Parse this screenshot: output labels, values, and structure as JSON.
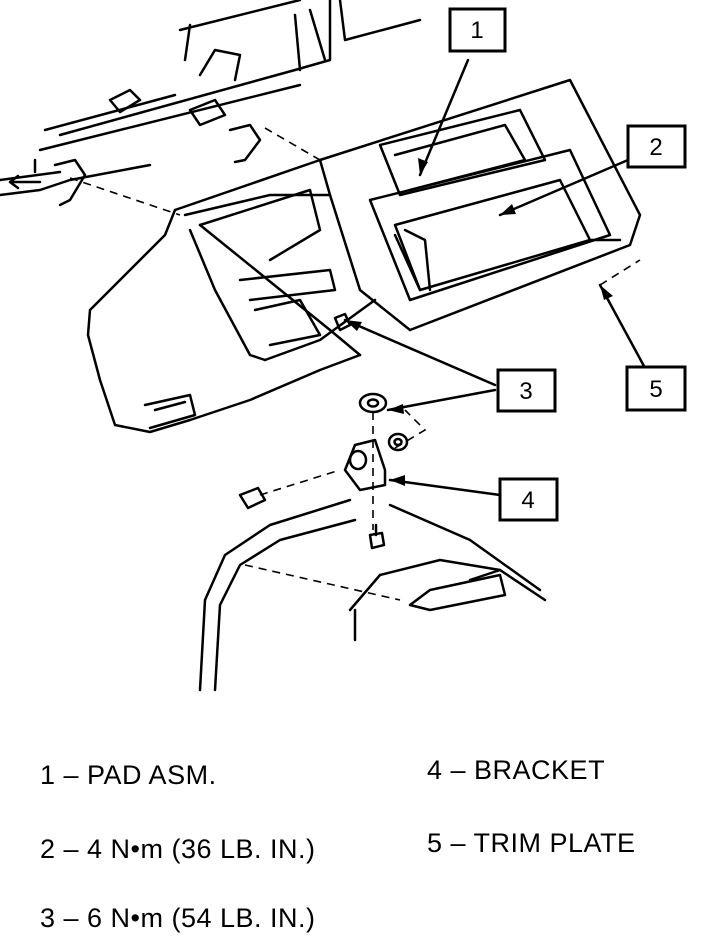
{
  "callouts": [
    {
      "id": "1",
      "label": "1"
    },
    {
      "id": "2",
      "label": "2"
    },
    {
      "id": "3",
      "label": "3"
    },
    {
      "id": "4",
      "label": "4"
    },
    {
      "id": "5",
      "label": "5"
    }
  ],
  "legend": [
    {
      "text": "1 – PAD ASM."
    },
    {
      "text": "4 – BRACKET"
    },
    {
      "text": "2 – 4 N•m (36 LB. IN.)"
    },
    {
      "text": "5 – TRIM PLATE"
    },
    {
      "text": "3 – 6 N•m (54 LB. IN.)"
    }
  ]
}
